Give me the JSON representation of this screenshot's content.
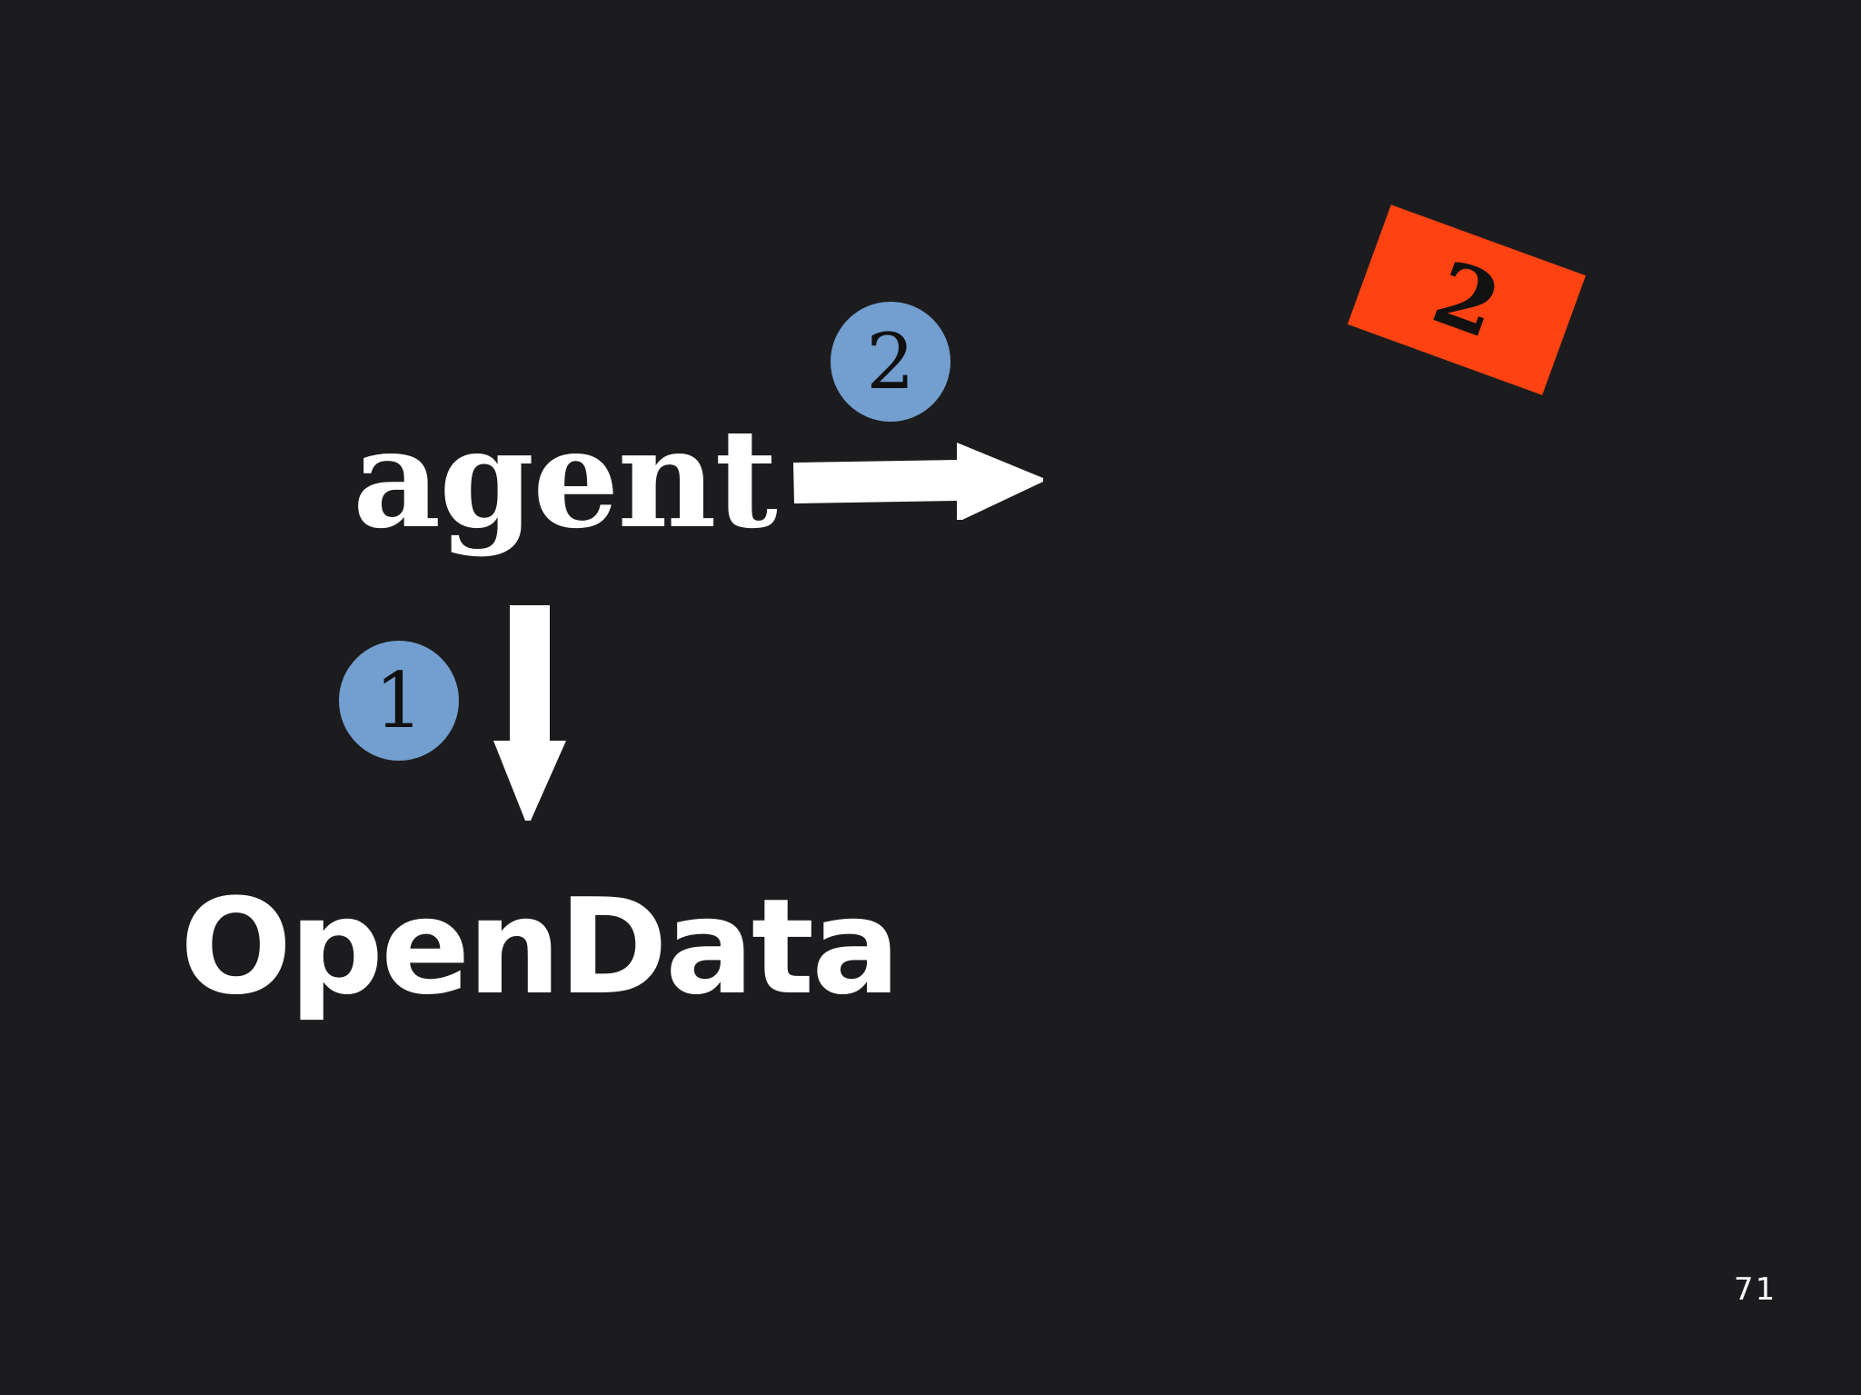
{
  "nodes": {
    "agent": "agent",
    "opendata": "OpenData"
  },
  "badges": {
    "step_1": "1",
    "step_2": "2"
  },
  "tag": {
    "label": "2"
  },
  "page": {
    "number": "71"
  },
  "colors": {
    "background": "#1c1c1e",
    "badge": "#729fcf",
    "tag": "#ff4212",
    "text": "#ffffff"
  },
  "icons": {
    "down_arrow": "arrow-down-icon",
    "right_arrow": "arrow-right-icon"
  }
}
